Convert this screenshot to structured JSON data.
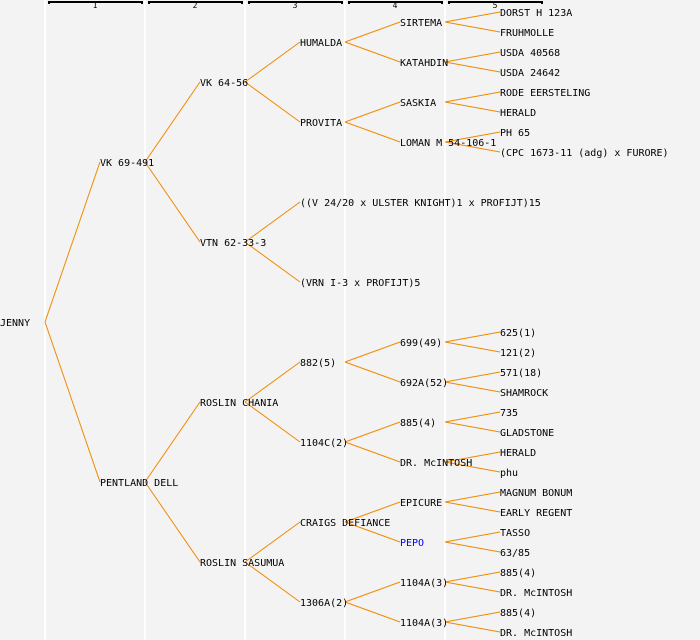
{
  "columns": [
    "1",
    "2",
    "3",
    "4",
    "5"
  ],
  "colors": {
    "link_line": "#f08a00",
    "hyperlink": "#0000ee",
    "background": "#f3f3f3"
  },
  "tree": {
    "name": "JENNY",
    "children": [
      {
        "name": "VK 69-491",
        "children": [
          {
            "name": "VK 64-56",
            "children": [
              {
                "name": "HUMALDA",
                "children": [
                  {
                    "name": "SIRTEMA",
                    "children": [
                      {
                        "name": "DORST H 123A"
                      },
                      {
                        "name": "FRUHMOLLE"
                      }
                    ]
                  },
                  {
                    "name": "KATAHDIN",
                    "children": [
                      {
                        "name": "USDA 40568"
                      },
                      {
                        "name": "USDA 24642"
                      }
                    ]
                  }
                ]
              },
              {
                "name": "PROVITA",
                "children": [
                  {
                    "name": "SASKIA",
                    "children": [
                      {
                        "name": "RODE EERSTELING"
                      },
                      {
                        "name": "HERALD"
                      }
                    ]
                  },
                  {
                    "name": "LOMAN M 54-106-1",
                    "children": [
                      {
                        "name": "PH 65"
                      },
                      {
                        "name": "(CPC 1673-11 (adg) x FURORE)"
                      }
                    ]
                  }
                ]
              }
            ]
          },
          {
            "name": "VTN 62-33-3",
            "children": [
              {
                "name": "((V 24/20 x ULSTER KNIGHT)1 x PROFIJT)15"
              },
              {
                "name": "(VRN I-3 x PROFIJT)5"
              }
            ]
          }
        ]
      },
      {
        "name": "PENTLAND DELL",
        "children": [
          {
            "name": "ROSLIN CHANIA",
            "children": [
              {
                "name": "882(5)",
                "children": [
                  {
                    "name": "699(49)",
                    "children": [
                      {
                        "name": "625(1)"
                      },
                      {
                        "name": "121(2)"
                      }
                    ]
                  },
                  {
                    "name": "692A(52)",
                    "children": [
                      {
                        "name": "571(18)"
                      },
                      {
                        "name": "SHAMROCK"
                      }
                    ]
                  }
                ]
              },
              {
                "name": "1104C(2)",
                "children": [
                  {
                    "name": "885(4)",
                    "children": [
                      {
                        "name": "735"
                      },
                      {
                        "name": "GLADSTONE"
                      }
                    ]
                  },
                  {
                    "name": "DR. McINTOSH",
                    "children": [
                      {
                        "name": "HERALD"
                      },
                      {
                        "name": "phu"
                      }
                    ]
                  }
                ]
              }
            ]
          },
          {
            "name": "ROSLIN SASUMUA",
            "children": [
              {
                "name": "CRAIGS DEFIANCE",
                "children": [
                  {
                    "name": "EPICURE",
                    "children": [
                      {
                        "name": "MAGNUM BONUM"
                      },
                      {
                        "name": "EARLY REGENT"
                      }
                    ]
                  },
                  {
                    "name": "PEPO",
                    "link": true,
                    "children": [
                      {
                        "name": "TASSO"
                      },
                      {
                        "name": "63/85"
                      }
                    ]
                  }
                ]
              },
              {
                "name": "1306A(2)",
                "children": [
                  {
                    "name": "1104A(3)",
                    "children": [
                      {
                        "name": "885(4)"
                      },
                      {
                        "name": "DR. McINTOSH"
                      }
                    ]
                  },
                  {
                    "name": "1104A(3)",
                    "children": [
                      {
                        "name": "885(4)"
                      },
                      {
                        "name": "DR. McINTOSH"
                      }
                    ]
                  }
                ]
              }
            ]
          }
        ]
      }
    ]
  }
}
